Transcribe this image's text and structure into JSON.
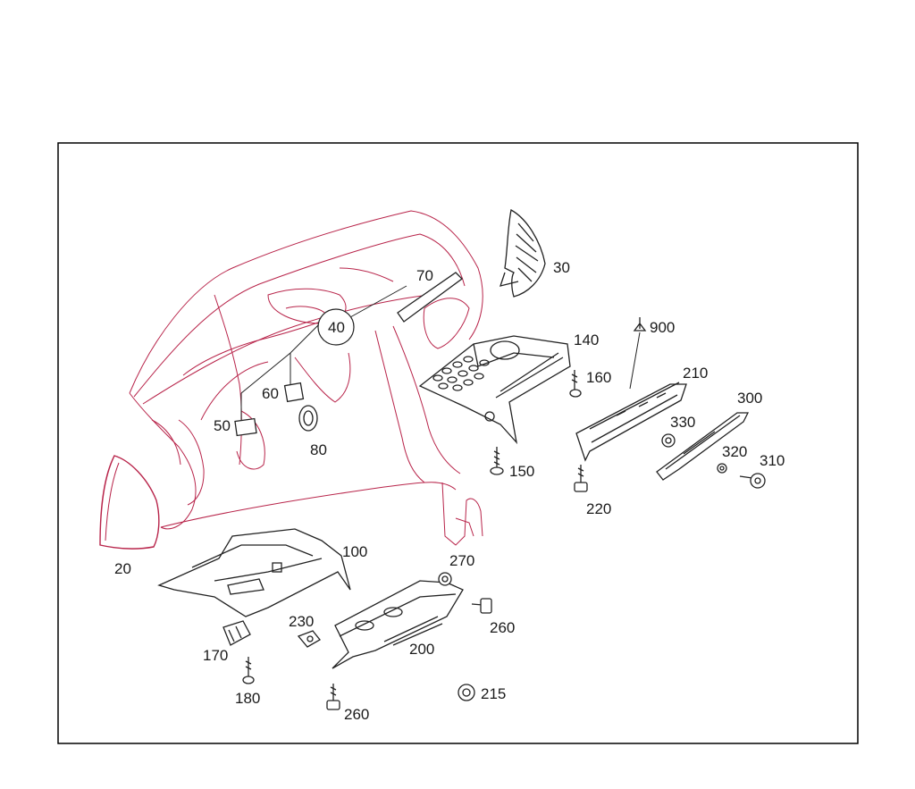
{
  "callouts": {
    "c20": "20",
    "c30": "30",
    "c40": "40",
    "c50": "50",
    "c60": "60",
    "c70": "70",
    "c80": "80",
    "c100": "100",
    "c140": "140",
    "c150": "150",
    "c160": "160",
    "c170": "170",
    "c180": "180",
    "c200": "200",
    "c210": "210",
    "c215": "215",
    "c220": "220",
    "c230": "230",
    "c260a": "260",
    "c260b": "260",
    "c270": "270",
    "c300": "300",
    "c310": "310",
    "c320": "320",
    "c330": "330",
    "c900": "900"
  },
  "colors": {
    "outline": "#b8244a",
    "parts": "#222222",
    "frame": "#000000"
  }
}
